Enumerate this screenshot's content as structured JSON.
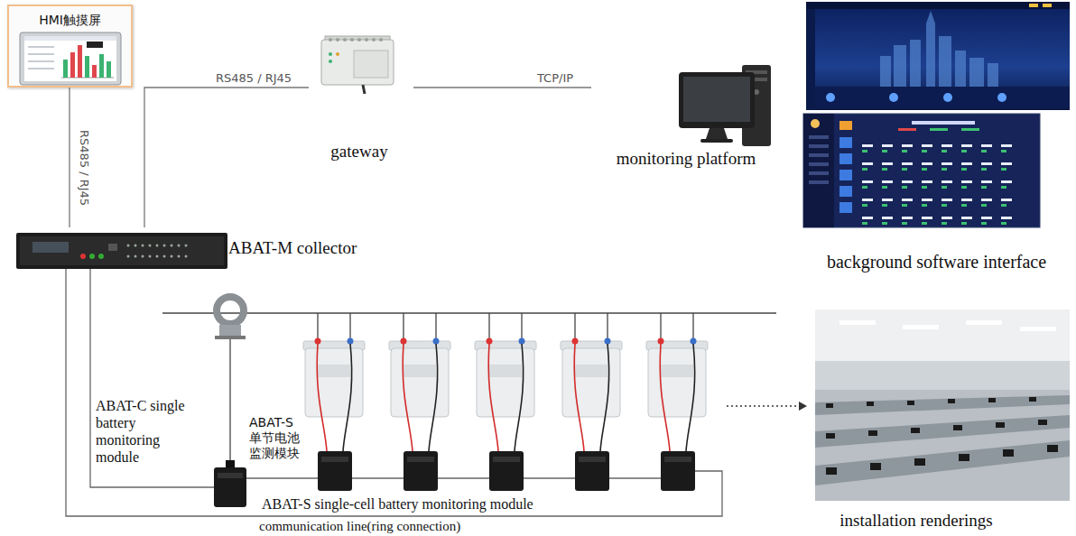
{
  "diagram": {
    "nodes": [
      {
        "text": [
          "HMI触摸屏"
        ]
      },
      {
        "text": [
          "gateway"
        ]
      },
      {
        "text": [
          "monitoring platform"
        ]
      },
      {
        "text": [
          "background software interface"
        ]
      },
      {
        "text": [
          "ABAT-M collector"
        ]
      },
      {
        "text": [
          "installation renderings"
        ]
      }
    ],
    "edges": [
      {
        "from": 0,
        "to": 4,
        "label": "RS485 / RJ45",
        "arrow": "none"
      },
      {
        "from": 4,
        "to": 1,
        "label": "RS485 / RJ45",
        "arrow": "none"
      },
      {
        "from": 1,
        "to": 2,
        "label": "TCP/IP",
        "arrow": "none"
      }
    ],
    "labels": [
      "ABAT-C single battery monitoring module",
      "ABAT-S 单节电池监测模块",
      "ABAT-S single-cell battery monitoring module",
      "communication line(ring connection)"
    ]
  }
}
